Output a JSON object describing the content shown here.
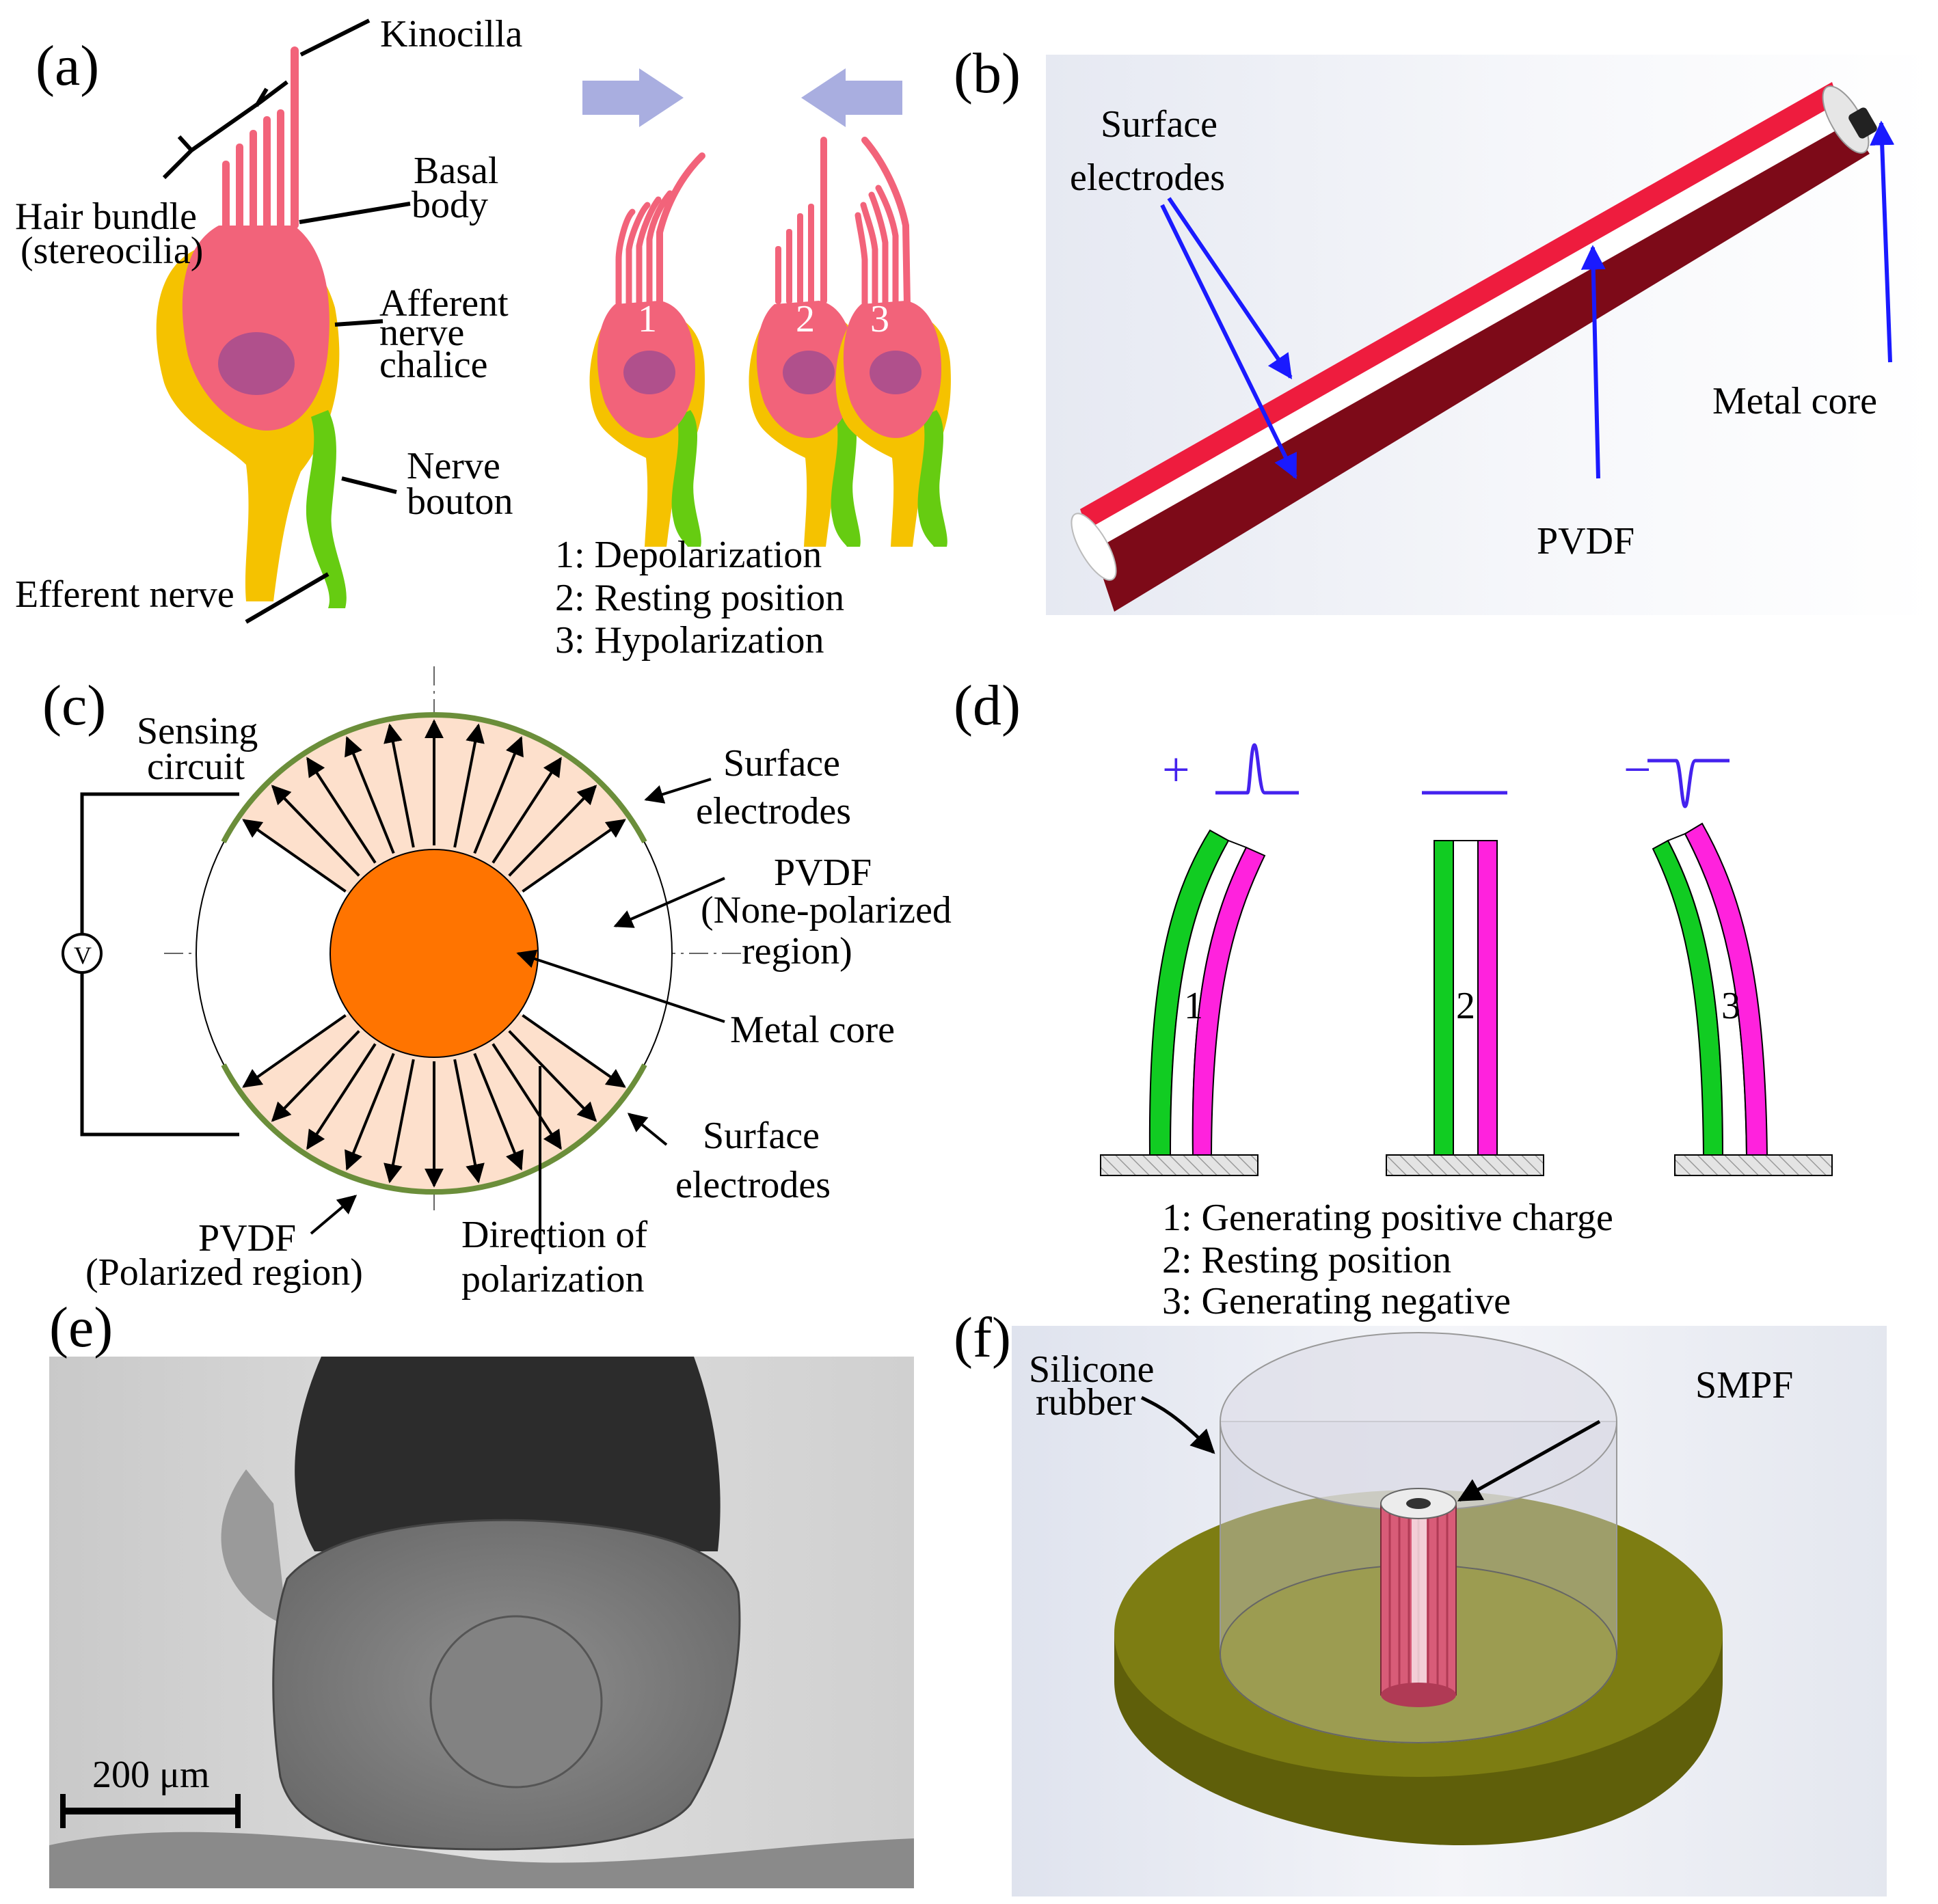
{
  "panels": {
    "a": "(a)",
    "b": "(b)",
    "c": "(c)",
    "d": "(d)",
    "e": "(e)",
    "f": "(f)"
  },
  "a": {
    "kinocilla": "Kinocilla",
    "hair_bundle": "Hair bundle",
    "stereocilia": "(stereocilia)",
    "basal": "Basal",
    "body": "body",
    "afferent": "Afferent",
    "nerve": "nerve",
    "chalice": "chalice",
    "nerve2": "Nerve",
    "bouton": "bouton",
    "efferent": "Efferent nerve",
    "cell_nums": [
      "1",
      "2",
      "3"
    ],
    "legend": [
      "1: Depolarization",
      "2: Resting position",
      "3: Hypolarization"
    ],
    "colors": {
      "cell": "#f2637a",
      "nucleus": "#b0508c",
      "chalice": "#f5c200",
      "bouton": "#66cc11",
      "arrow": "#a9aee0"
    }
  },
  "b": {
    "surface": "Surface",
    "electrodes": "electrodes",
    "metal_core": "Metal core",
    "pvdf": "PVDF",
    "colors": {
      "top_electrode": "#ee1c3e",
      "bottom_electrode": "#7d0a18",
      "arrow": "#1a1aff"
    }
  },
  "c": {
    "sensing": "Sensing",
    "circuit": "circuit",
    "meter": "V",
    "surface_top": "Surface",
    "electrodes_top": "electrodes",
    "pvdf": "PVDF",
    "none_polarized": "(None-polarized",
    "region": "region)",
    "metal_core": "Metal core",
    "surface_bot": "Surface",
    "electrodes_bot": "electrodes",
    "pvdf_bot": "PVDF",
    "polarized_region": "(Polarized region)",
    "direction_of": "Direction of",
    "polarization": "polarization",
    "colors": {
      "sector": "#fde0cc",
      "core": "#ff7400",
      "electrode": "#6b8e3a"
    }
  },
  "d": {
    "plus": "+",
    "minus": "−",
    "beam_nums": [
      "1",
      "2",
      "3"
    ],
    "legend": [
      "1: Generating positive charge",
      "2: Resting position",
      "3: Generating  negative"
    ],
    "colors": {
      "green": "#11cc22",
      "magenta": "#ff22dd",
      "signal": "#4422ee"
    }
  },
  "e": {
    "scale": "200 μm"
  },
  "f": {
    "silicone": "Silicone",
    "rubber": "rubber",
    "smpf": "SMPF",
    "colors": {
      "base": "#7d7d12",
      "rubber": "#c7c7d8",
      "fiber": "#cc5570"
    }
  }
}
